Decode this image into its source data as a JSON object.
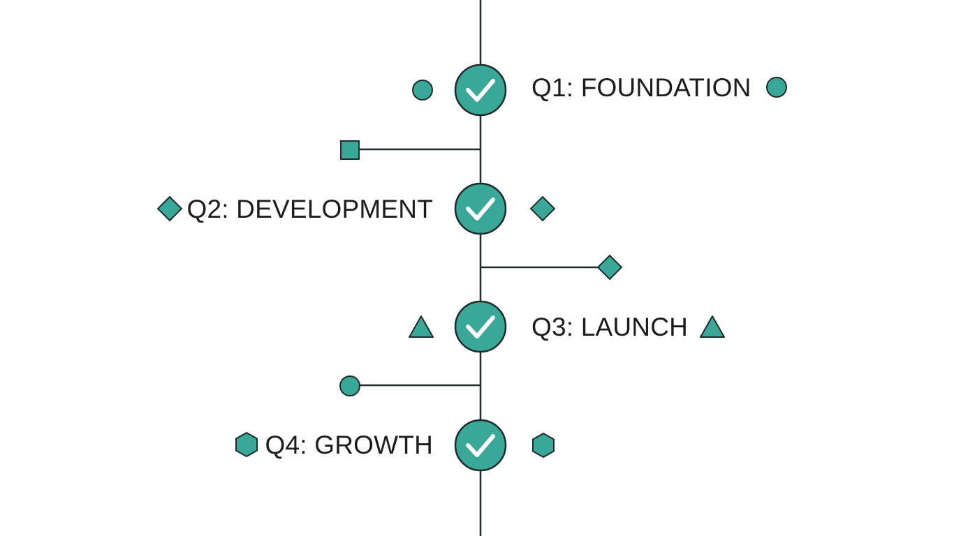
{
  "theme": {
    "accent": "#3aa898",
    "stroke": "#1f2a2a",
    "check": "#ffffff",
    "text": "#1c1c1c",
    "background": "#ffffff"
  },
  "milestones": [
    {
      "label": "Q1: FOUNDATION",
      "icon": "check-icon",
      "marker_shape": "circle",
      "status": "complete"
    },
    {
      "label": "Q2: DEVELOPMENT",
      "icon": "check-icon",
      "marker_shape": "diamond",
      "status": "complete"
    },
    {
      "label": "Q3: LAUNCH",
      "icon": "check-icon",
      "marker_shape": "triangle",
      "status": "complete"
    },
    {
      "label": "Q4: GROWTH",
      "icon": "check-icon",
      "marker_shape": "hexagon",
      "status": "complete"
    }
  ],
  "connectors": [
    {
      "marker_shape": "square"
    },
    {
      "marker_shape": "diamond"
    },
    {
      "marker_shape": "circle"
    }
  ]
}
